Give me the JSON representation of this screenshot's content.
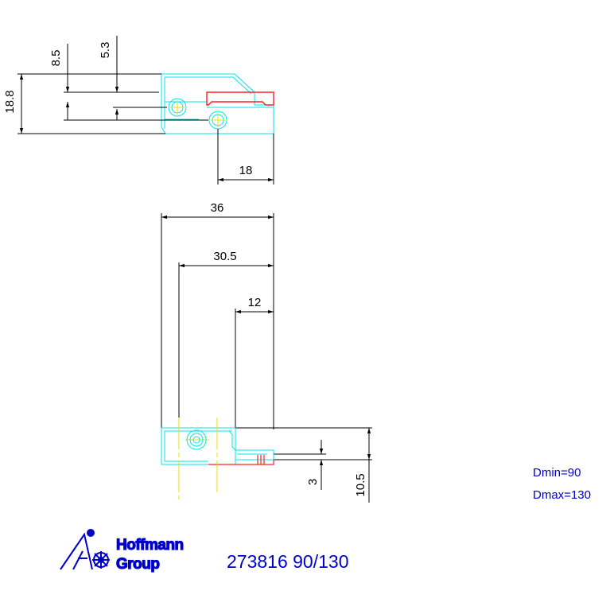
{
  "colors": {
    "outline": "#00e5ee",
    "accent": "#ff2020",
    "axis": "#e8e000",
    "dimension": "#000000",
    "brand": "#0000c8"
  },
  "top_view": {
    "dims": {
      "height": "18.8",
      "hole_offset_a": "8.5",
      "hole_offset_b": "5.3",
      "hole_spacing": "18"
    }
  },
  "front_view": {
    "dims": {
      "width": "36",
      "axis_distance": "30.5",
      "pin_distance": "12",
      "thickness": "3",
      "height": "10.5"
    }
  },
  "specs": {
    "dmin": "Dmin=90",
    "dmax": "Dmax=130"
  },
  "brand": {
    "line1": "Hoffmann",
    "line2": "Group",
    "logo_icon": "hoffmann-group-logo"
  },
  "part_number": "273816 90/130"
}
